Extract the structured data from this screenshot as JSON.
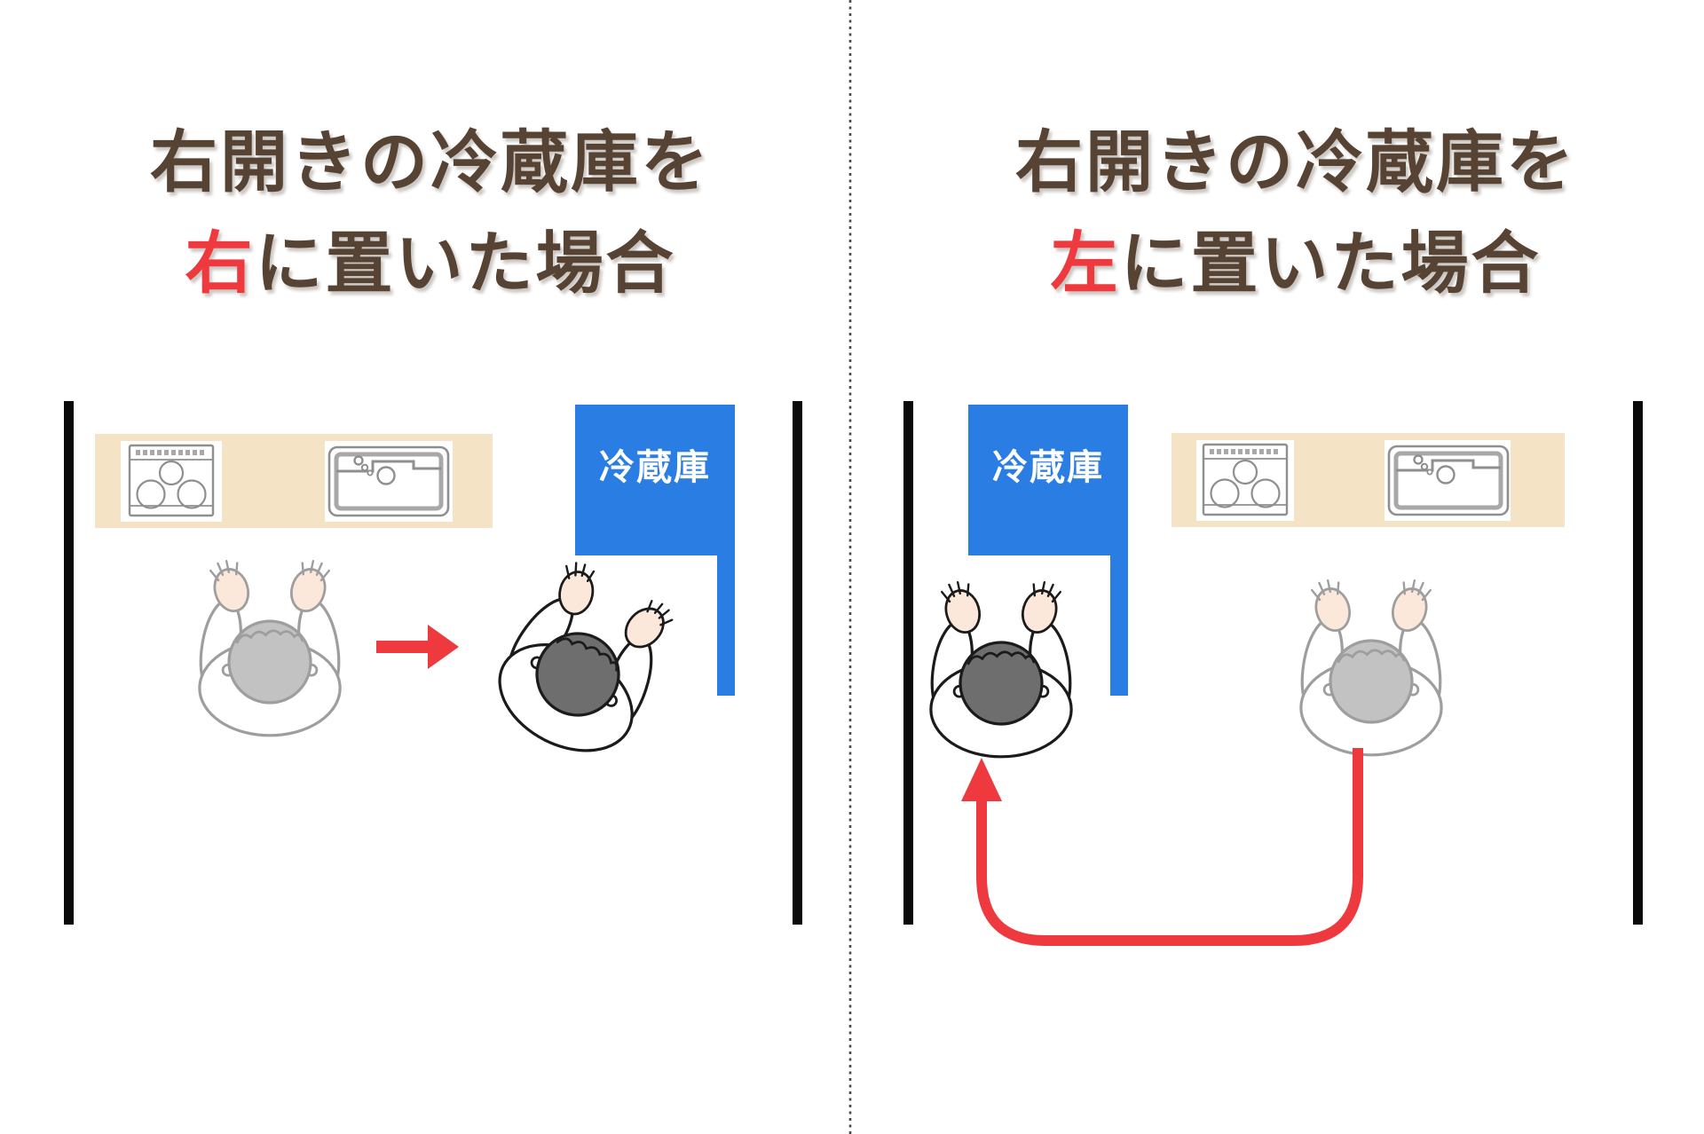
{
  "colors": {
    "title_brown": "#564334",
    "accent_red": "#ee3a3f",
    "fridge_blue": "#2a7de2",
    "counter_beige": "#f5e3c5",
    "wall_black": "#0a0a0a",
    "divider_gray": "#4a4a4a",
    "icon_gray": "#8f8f8f",
    "icon_gray_light": "#a8a8a8",
    "head_light": "#c2c2c2",
    "head_dark": "#6e6e6e",
    "outline_light": "#9e9e9e",
    "outline_dark": "#1b1b1b",
    "hand_flesh": "#fce8da",
    "label_white": "#ffffff"
  },
  "panels": [
    {
      "side": "left",
      "title": {
        "line1": "右開きの冷蔵庫を",
        "line2_highlight": "右",
        "line2_rest": "に置いた場合"
      },
      "fridge": {
        "label": "冷蔵庫"
      }
    },
    {
      "side": "right",
      "title": {
        "line1": "右開きの冷蔵庫を",
        "line2_highlight": "左",
        "line2_rest": "に置いた場合"
      },
      "fridge": {
        "label": "冷蔵庫"
      }
    }
  ],
  "icons": {
    "stove": "stove-3-burners-top-view",
    "sink": "kitchen-sink-top-view",
    "person_light": "person-top-view-ghost",
    "person_dark": "person-top-view-current",
    "arrow_straight": "red-arrow-right",
    "arrow_u_turn": "red-u-turn-arrow-up"
  }
}
